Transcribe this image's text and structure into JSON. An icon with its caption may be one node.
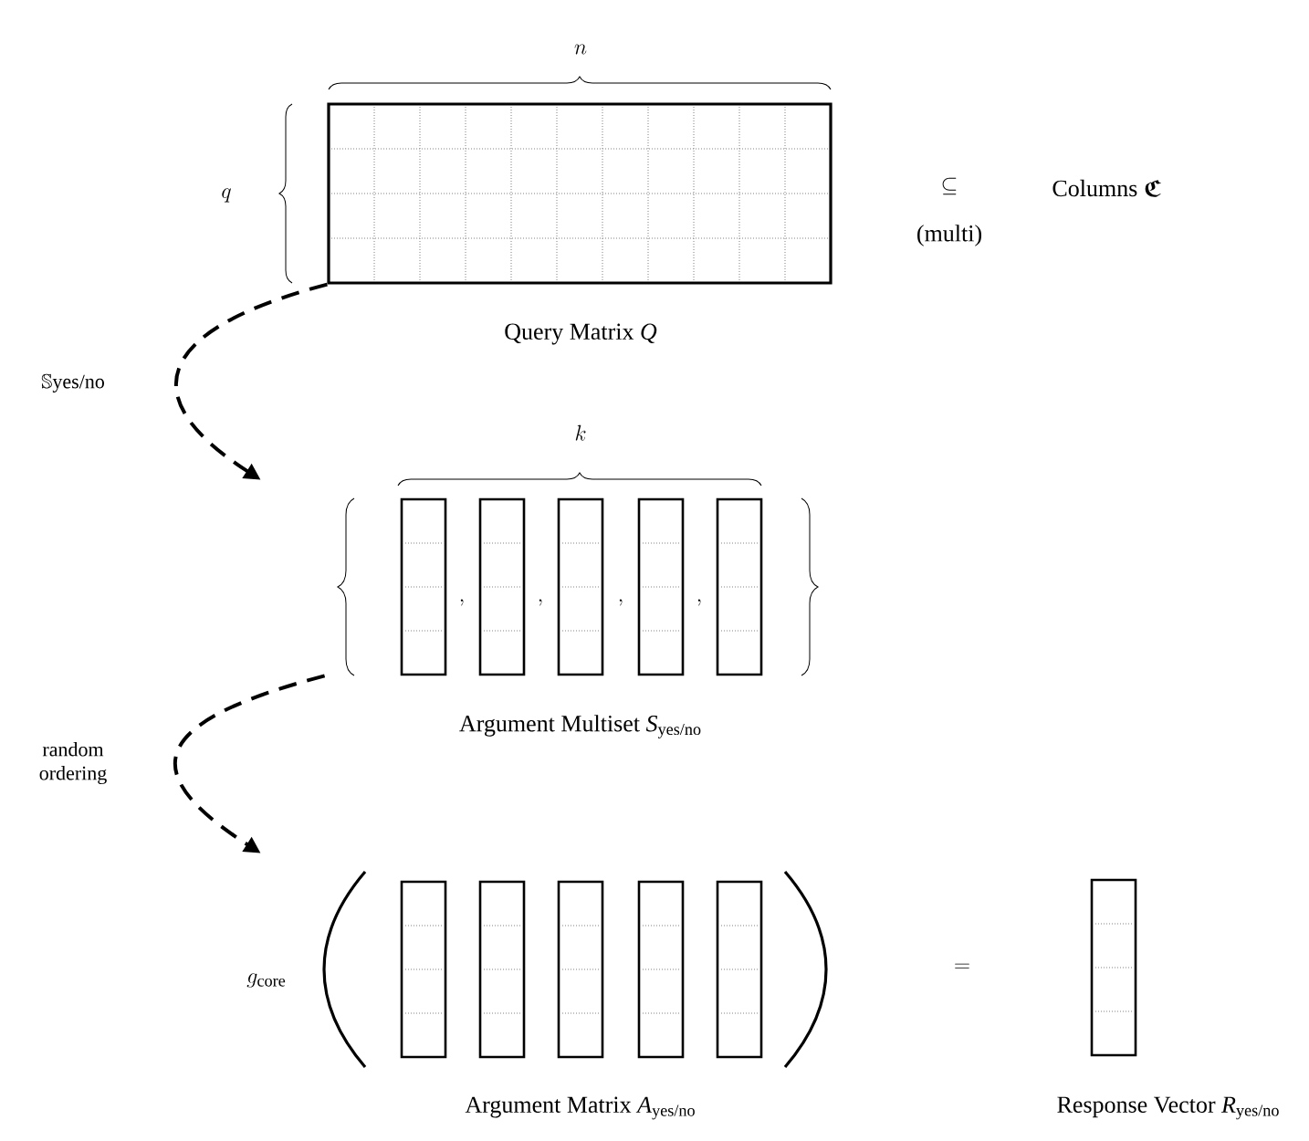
{
  "diagram": {
    "nodes": [
      {
        "text": [
          "Query Matrix  *Q*"
        ]
      },
      {
        "text": [
          "Argument Multiset  *S*$_{yes/no}$"
        ]
      },
      {
        "text": [],
        "shape": "box",
        "in": 1
      },
      {
        "text": [],
        "shape": "box",
        "in": 1
      },
      {
        "text": [],
        "shape": "box",
        "in": 1
      },
      {
        "text": [],
        "shape": "box",
        "in": 1
      },
      {
        "text": [],
        "shape": "box",
        "in": 1
      },
      {
        "text": [
          "Argument Matrix  *A*$_{yes/no}$"
        ]
      },
      {
        "text": [],
        "shape": "box",
        "in": 7
      },
      {
        "text": [],
        "shape": "box",
        "in": 7
      },
      {
        "text": [],
        "shape": "box",
        "in": 7
      },
      {
        "text": [],
        "shape": "box",
        "in": 7
      },
      {
        "text": [],
        "shape": "box",
        "in": 7
      },
      {
        "text": [
          "Response Vector  *R*$_{yes/no}$"
        ]
      }
    ],
    "edges": [
      {
        "from": 0,
        "to": 1,
        "arrow": "to",
        "style": "dashed",
        "label": "\\mathbb{S}\\text{yes/no}"
      },
      {
        "from": 1,
        "to": 7,
        "arrow": "to",
        "style": "dashed",
        "label": "random ordering"
      }
    ],
    "labels": [
      "n",
      "q",
      "\\subseteq",
      "(multi)",
      "\\text{Columns }\\boldsymbol{\\mathfrak{C}}",
      "k",
      ",",
      ",",
      ",",
      ",",
      "g_{\\mathrm{core}}",
      "="
    ]
  }
}
